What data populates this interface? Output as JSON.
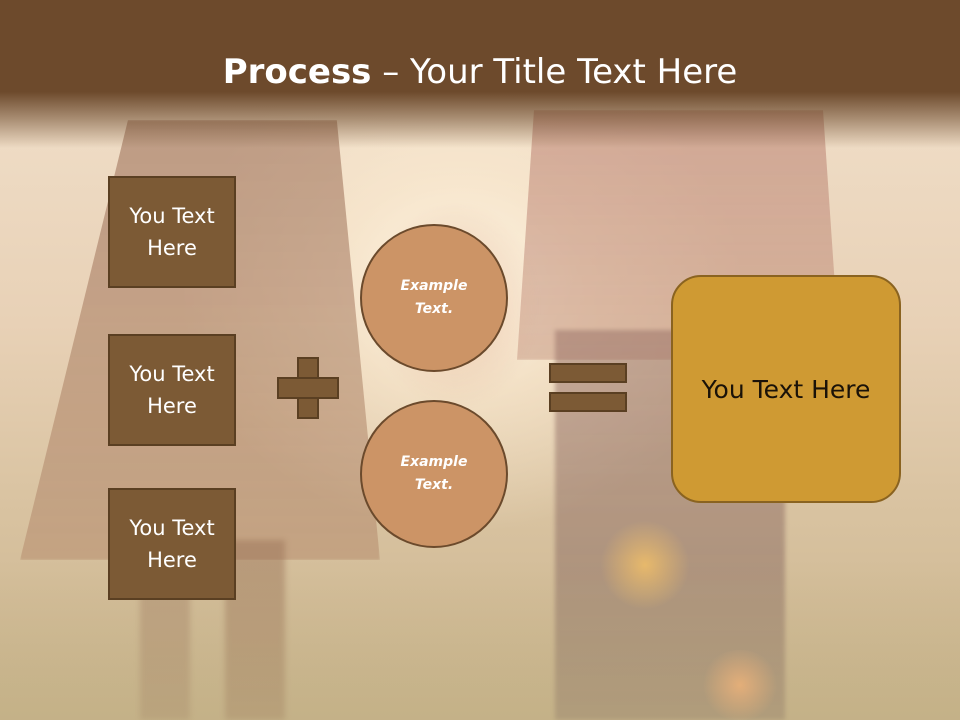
{
  "title": {
    "bold": "Process",
    "rest": " – Your Title Text Here"
  },
  "left_boxes": [
    {
      "label": "You Text Here"
    },
    {
      "label": "You Text Here"
    },
    {
      "label": "You Text Here"
    }
  ],
  "circles": [
    {
      "label": "Example Text."
    },
    {
      "label": "Example Text."
    }
  ],
  "result": {
    "label": "You Text Here"
  },
  "colors": {
    "title_bar": "#6d4a2c",
    "box_fill": "#7c5a35",
    "circle_fill": "#cc9466",
    "result_fill": "#cf9a33"
  }
}
